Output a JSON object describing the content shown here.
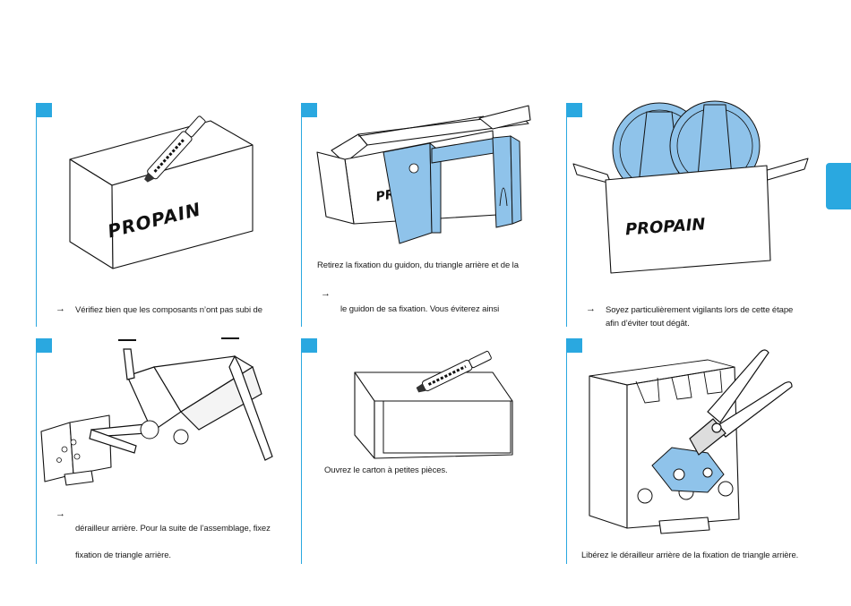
{
  "panels": [
    {
      "arrow": "→",
      "text": "Vérifiez bien que les composants n’ont pas subi de"
    },
    {
      "text_1": "Retirez la fixation du guidon, du triangle arrière et de la",
      "arrow": "→",
      "text_2": "le guidon de sa fixation. Vous éviterez ainsi"
    },
    {
      "arrow": "→",
      "text_1": "Soyez particulièrement vigilants lors de cette étape",
      "text_2": "afin d’éviter tout dégât."
    },
    {
      "arrow": "→",
      "text_1": "dérailleur arrière. Pour la suite de l’assemblage, fixez",
      "text_2": "fixation de triangle arrière."
    },
    {
      "text": "Ouvrez le carton à petites pièces."
    },
    {
      "text": "Libérez le dérailleur arrière de la fixation de triangle arrière."
    }
  ],
  "brand_logo": "PROPAIN",
  "colors": {
    "accent": "#2aa8e0",
    "part_fill": "#8fc3ea"
  }
}
